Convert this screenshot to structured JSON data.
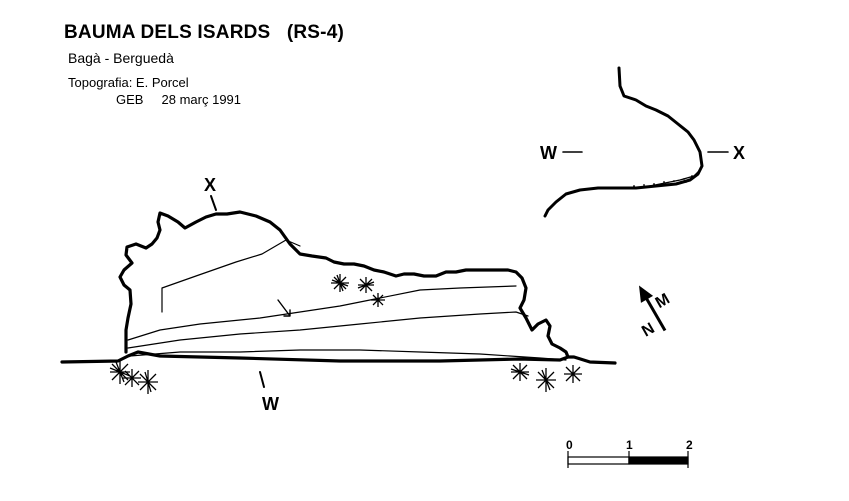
{
  "header": {
    "title": "BAUMA DELS ISARDS   (RS-4)",
    "location": "Bagà - Berguedà",
    "topography": "Topografia: E. Porcel",
    "group_date": "GEB     28 març 1991"
  },
  "plan": {
    "section_label_x": "X",
    "section_label_w": "W"
  },
  "section": {
    "label_w": "W",
    "label_x": "X"
  },
  "north_arrow": {
    "label_n": "N",
    "label_m": "M"
  },
  "scale_bar": {
    "ticks": [
      "0",
      "1",
      "2"
    ]
  }
}
